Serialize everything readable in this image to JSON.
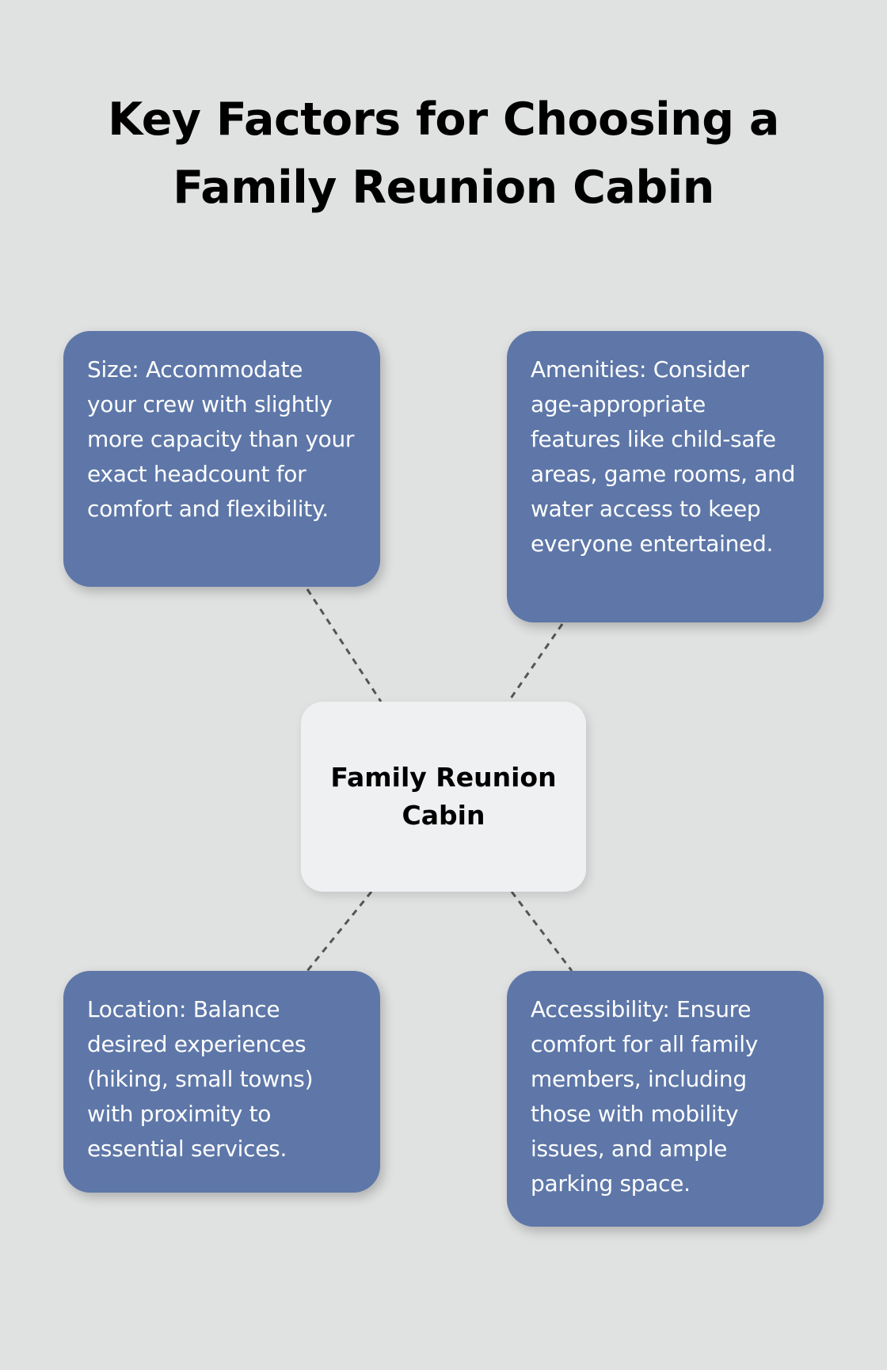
{
  "title": "Key Factors for Choosing a Family Reunion Cabin",
  "center": {
    "label": "Family Reunion Cabin"
  },
  "factors": [
    {
      "text": "Size: Accommodate your crew with slightly more capacity than your exact headcount for comfort and flexibility."
    },
    {
      "text": "Amenities: Consider age-appropriate features like child-safe areas, game rooms, and water access to keep everyone entertained."
    },
    {
      "text": "Location: Balance desired experiences (hiking, small towns) with proximity to essential services."
    },
    {
      "text": "Accessibility: Ensure comfort for all family members, including those with mobility issues, and ample parking space."
    }
  ],
  "colors": {
    "background": "#e0e1e1",
    "card": "#5e77a8",
    "center_box": "#eff0f2",
    "connector": "#555555"
  }
}
